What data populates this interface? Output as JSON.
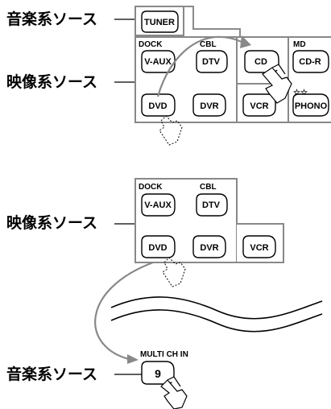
{
  "top_section": {
    "label_music": "音楽系ソース",
    "label_video": "映像系ソース",
    "tuner": "TUNER",
    "dock": "DOCK",
    "cbl": "CBL",
    "md": "MD",
    "stars": "☆☆",
    "vaux": "V-AUX",
    "dtv": "DTV",
    "cd": "CD",
    "cdr": "CD-R",
    "dvd": "DVD",
    "dvr": "DVR",
    "vcr": "VCR",
    "phono": "PHONO"
  },
  "bottom_section": {
    "label_video": "映像系ソース",
    "label_music": "音楽系ソース",
    "dock": "DOCK",
    "cbl": "CBL",
    "vaux": "V-AUX",
    "dtv": "DTV",
    "dvd": "DVD",
    "dvr": "DVR",
    "vcr": "VCR",
    "multi_ch_in": "MULTI CH IN",
    "nine": "9"
  }
}
